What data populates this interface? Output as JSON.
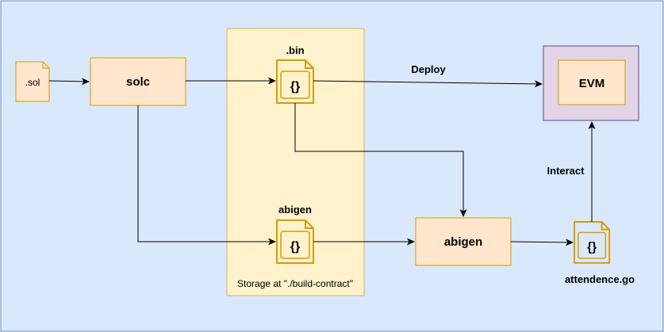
{
  "diagram": {
    "colors": {
      "canvas_bg": "#dae8fc",
      "canvas_border": "#6c8ebf",
      "process_fill": "#ffe6cc",
      "process_border": "#d79b00",
      "storage_fill": "#fff2cc",
      "storage_border": "#d6b656",
      "evm_outer_fill": "#e1d5e7",
      "evm_outer_border": "#9673a6",
      "file_icon_fill": "#fff2cc",
      "file_icon_stroke": "#d79b00",
      "go_icon_fill": "#dae8fc",
      "edge": "#000000"
    },
    "nodes": {
      "sol_file": {
        "label": ".sol"
      },
      "solc": {
        "label": "solc"
      },
      "storage": {
        "label": "Storage at \"./build-contract\""
      },
      "bin_file": {
        "label": ".bin",
        "icon": "code-file-icon"
      },
      "abigen_file": {
        "label": "abigen",
        "icon": "code-file-icon"
      },
      "abigen_process": {
        "label": "abigen"
      },
      "evm": {
        "label": "EVM"
      },
      "go_file": {
        "label": "attendence.go",
        "icon": "code-file-icon"
      }
    },
    "edges": {
      "deploy": {
        "label": "Deploy"
      },
      "interact": {
        "label": "Interact"
      }
    }
  }
}
